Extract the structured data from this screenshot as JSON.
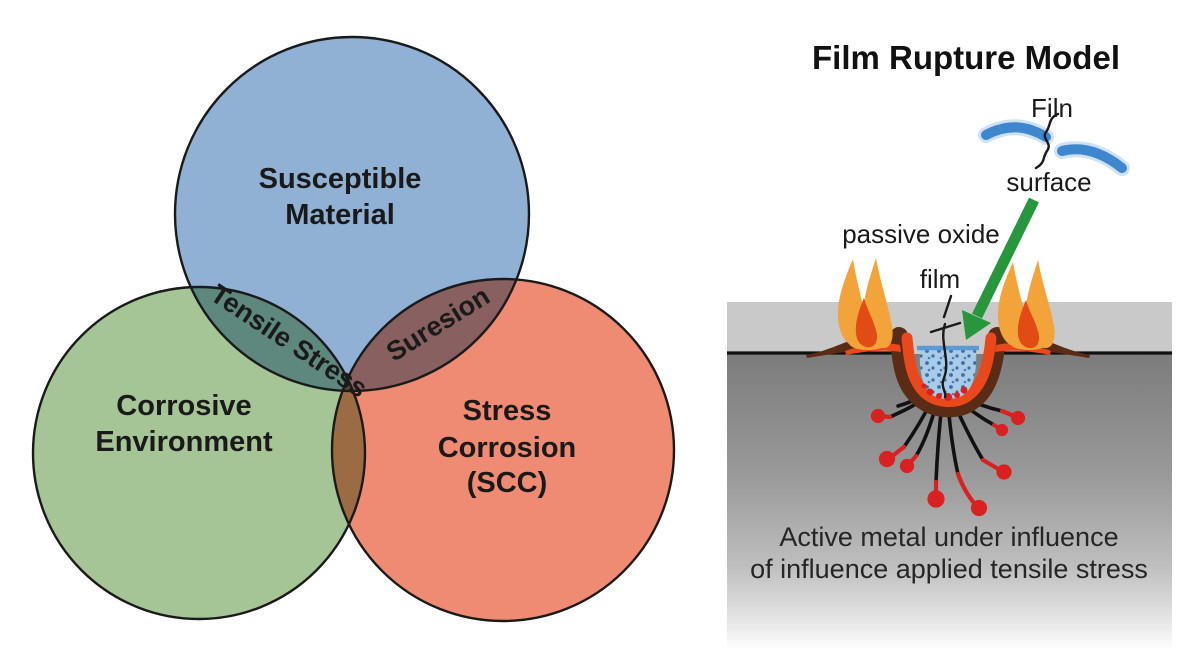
{
  "page": {
    "background": "#ffffff"
  },
  "venn_diagram": {
    "outline_color": "#1a1a1a",
    "circles": [
      {
        "id": "susceptible-material",
        "label_lines": [
          "Susceptible",
          "Material"
        ],
        "color": "#90B0D4"
      },
      {
        "id": "corrosive-environment",
        "label_lines": [
          "Corrosive",
          "Environment"
        ],
        "color": "#A6C596"
      },
      {
        "id": "stress-corrosion-scc",
        "label_lines": [
          "Stress",
          "Corrosion",
          "(SCC)"
        ],
        "color": "#EF8B72"
      }
    ],
    "overlap_labels": [
      {
        "id": "tensile-stress",
        "text": "Tensile Stress"
      },
      {
        "id": "suresion",
        "text": "Suresion"
      }
    ]
  },
  "film_rupture_model": {
    "title": "Film Rupture Model",
    "broken_film_label_top": "Filn",
    "broken_film_label_bottom": "surface",
    "passive_oxide_label": "passive oxide",
    "film_label": "film",
    "caption_lines": [
      "Active metal under influence",
      "of influence applied tensile stress"
    ],
    "colors": {
      "arrow_green": "#27963C",
      "film_stroke_blue": "#3E87CE",
      "film_stroke_halo": "#A7CBEC",
      "flame_outer": "#F2A43A",
      "flame_inner": "#E34B15",
      "oxide_brown": "#5A2B15",
      "oxide_orange": "#E8481B",
      "pit_liquid_blue": "#A9CBE8",
      "pit_liquid_edge": "#5B9BD5",
      "pit_dot_blue": "#3A6FA8",
      "crack_black": "#111111",
      "corrosion_red": "#D92121",
      "surface_gray_light": "#C9C9C9",
      "surface_gray_dark": "#7C7C7C"
    }
  }
}
